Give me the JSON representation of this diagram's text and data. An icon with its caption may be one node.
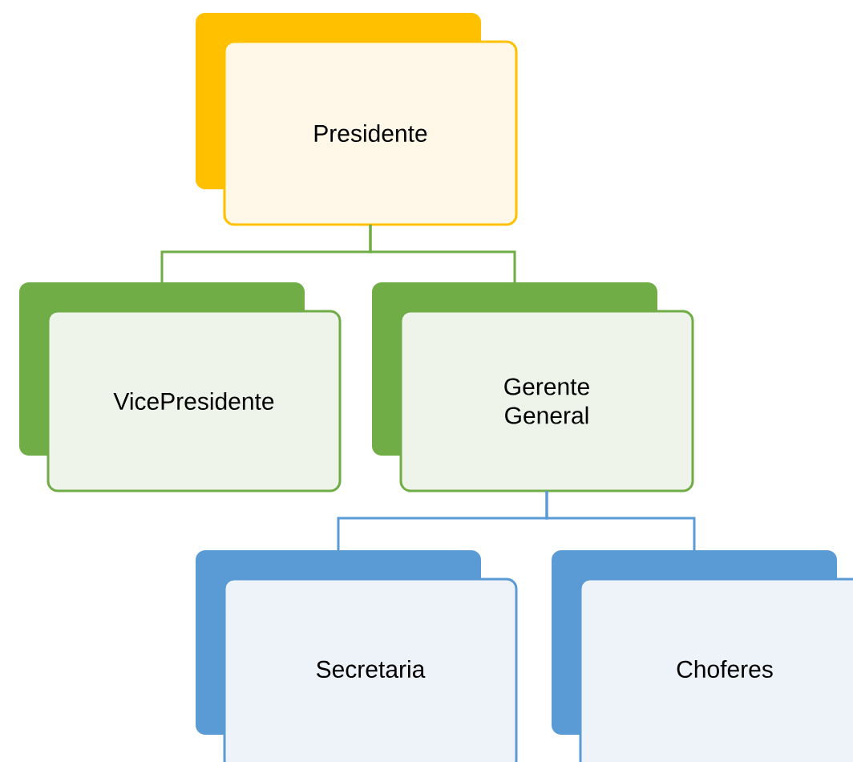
{
  "diagram": {
    "nodes": [
      {
        "text": [
          "Presidente"
        ]
      },
      {
        "text": [
          "VicePresidente"
        ]
      },
      {
        "text": [
          "Gerente General"
        ]
      },
      {
        "text": [
          "Secretaria"
        ]
      },
      {
        "text": [
          "Choferes"
        ]
      }
    ],
    "edges": [
      {
        "from": 0,
        "to": 1,
        "arrow": "none",
        "color": "#70ad47"
      },
      {
        "from": 0,
        "to": 2,
        "arrow": "none",
        "color": "#70ad47"
      },
      {
        "from": 2,
        "to": 3,
        "arrow": "none",
        "color": "#5b9bd5"
      },
      {
        "from": 2,
        "to": 4,
        "arrow": "none",
        "color": "#5b9bd5"
      }
    ]
  }
}
